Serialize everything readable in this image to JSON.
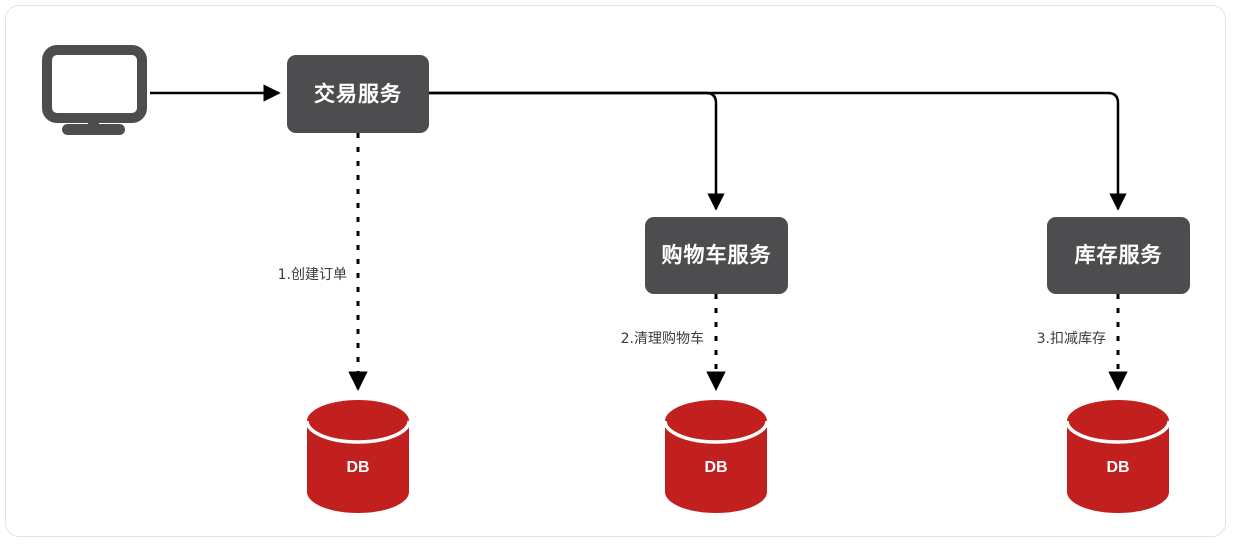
{
  "diagram": {
    "title": "",
    "colors": {
      "node_fill": "#4d4d4f",
      "node_text": "#ffffff",
      "db_fill": "#c1201e",
      "db_text": "#ffffff",
      "edge_solid": "#000000",
      "edge_dashed": "#000000",
      "edge_label_text": "#3c3c3c",
      "frame_border": "#e3e3e3",
      "canvas_background": "#ffffff",
      "monitor_icon": "#4d4d4f"
    },
    "client": {
      "icon": "monitor-icon",
      "label": ""
    },
    "services": [
      {
        "id": "trade",
        "label": "交易服务"
      },
      {
        "id": "cart",
        "label": "购物车服务"
      },
      {
        "id": "inventory",
        "label": "库存服务"
      }
    ],
    "databases": [
      {
        "id": "db-trade",
        "label": "DB"
      },
      {
        "id": "db-cart",
        "label": "DB"
      },
      {
        "id": "db-inventory",
        "label": "DB"
      }
    ],
    "edges": [
      {
        "id": "client-to-trade",
        "label": "",
        "style": "solid",
        "from": "client",
        "to": "trade"
      },
      {
        "id": "trade-to-cart",
        "label": "",
        "style": "solid",
        "from": "trade",
        "to": "cart"
      },
      {
        "id": "trade-to-inventory",
        "label": "",
        "style": "solid",
        "from": "trade",
        "to": "inventory"
      },
      {
        "id": "trade-to-db",
        "label": "1.创建订单",
        "style": "dashed",
        "from": "trade",
        "to": "db-trade"
      },
      {
        "id": "cart-to-db",
        "label": "2.清理购物车",
        "style": "dashed",
        "from": "cart",
        "to": "db-cart"
      },
      {
        "id": "inventory-to-db",
        "label": "3.扣减库存",
        "style": "dashed",
        "from": "inventory",
        "to": "db-inventory"
      }
    ]
  }
}
